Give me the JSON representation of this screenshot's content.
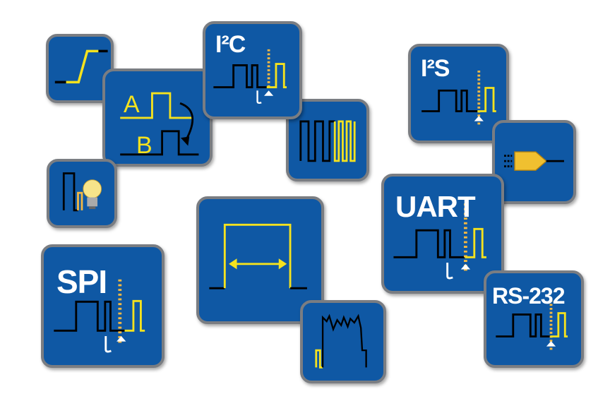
{
  "tiles": {
    "ab": {
      "a": "A",
      "b": "B"
    },
    "i2c": {
      "label": "I²C"
    },
    "i2s": {
      "label": "I²S"
    },
    "spi": {
      "label": "SPI"
    },
    "uart": {
      "label": "UART"
    },
    "rs232": {
      "label": "RS-232"
    }
  },
  "colors": {
    "tile": "#0f58a4",
    "border": "#7a7d82",
    "signal": "#f5e21e",
    "dash": "#f5b942",
    "trace": "#000000"
  }
}
